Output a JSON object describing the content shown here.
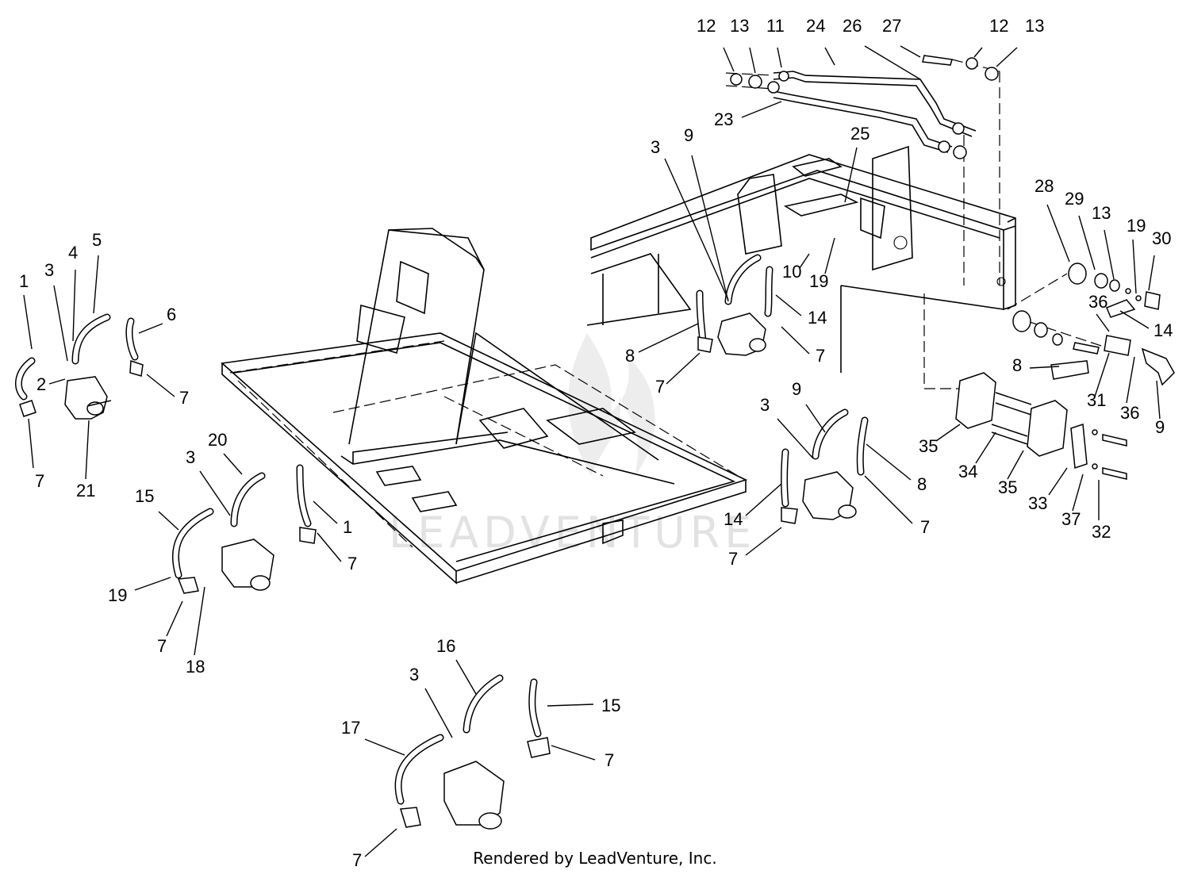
{
  "footer": "Rendered by LeadVenture, Inc.",
  "watermark": "LEADVENTURE",
  "callouts": [
    {
      "n": "1"
    },
    {
      "n": "3"
    },
    {
      "n": "4"
    },
    {
      "n": "5"
    },
    {
      "n": "6"
    },
    {
      "n": "2"
    },
    {
      "n": "7"
    },
    {
      "n": "7"
    },
    {
      "n": "21"
    },
    {
      "n": "20"
    },
    {
      "n": "3"
    },
    {
      "n": "15"
    },
    {
      "n": "1"
    },
    {
      "n": "7"
    },
    {
      "n": "19"
    },
    {
      "n": "7"
    },
    {
      "n": "18"
    },
    {
      "n": "16"
    },
    {
      "n": "3"
    },
    {
      "n": "15"
    },
    {
      "n": "17"
    },
    {
      "n": "7"
    },
    {
      "n": "7"
    },
    {
      "n": "12"
    },
    {
      "n": "13"
    },
    {
      "n": "11"
    },
    {
      "n": "24"
    },
    {
      "n": "26"
    },
    {
      "n": "27"
    },
    {
      "n": "12"
    },
    {
      "n": "13"
    },
    {
      "n": "23"
    },
    {
      "n": "3"
    },
    {
      "n": "9"
    },
    {
      "n": "25"
    },
    {
      "n": "10"
    },
    {
      "n": "19"
    },
    {
      "n": "14"
    },
    {
      "n": "8"
    },
    {
      "n": "7"
    },
    {
      "n": "7"
    },
    {
      "n": "28"
    },
    {
      "n": "29"
    },
    {
      "n": "13"
    },
    {
      "n": "19"
    },
    {
      "n": "30"
    },
    {
      "n": "36"
    },
    {
      "n": "14"
    },
    {
      "n": "8"
    },
    {
      "n": "31"
    },
    {
      "n": "36"
    },
    {
      "n": "9"
    },
    {
      "n": "3"
    },
    {
      "n": "9"
    },
    {
      "n": "8"
    },
    {
      "n": "7"
    },
    {
      "n": "14"
    },
    {
      "n": "7"
    },
    {
      "n": "35"
    },
    {
      "n": "34"
    },
    {
      "n": "35"
    },
    {
      "n": "33"
    },
    {
      "n": "37"
    },
    {
      "n": "32"
    }
  ]
}
